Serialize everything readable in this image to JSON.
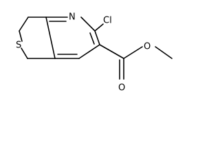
{
  "molecule": {
    "atoms": {
      "sulfur": "S",
      "ring_nitrogen": "N",
      "chlorine": "Cl",
      "carbonyl_oxygen": "O",
      "ester_oxygen": "O"
    },
    "colors": {
      "line": "#000000",
      "background": "#ffffff"
    }
  }
}
